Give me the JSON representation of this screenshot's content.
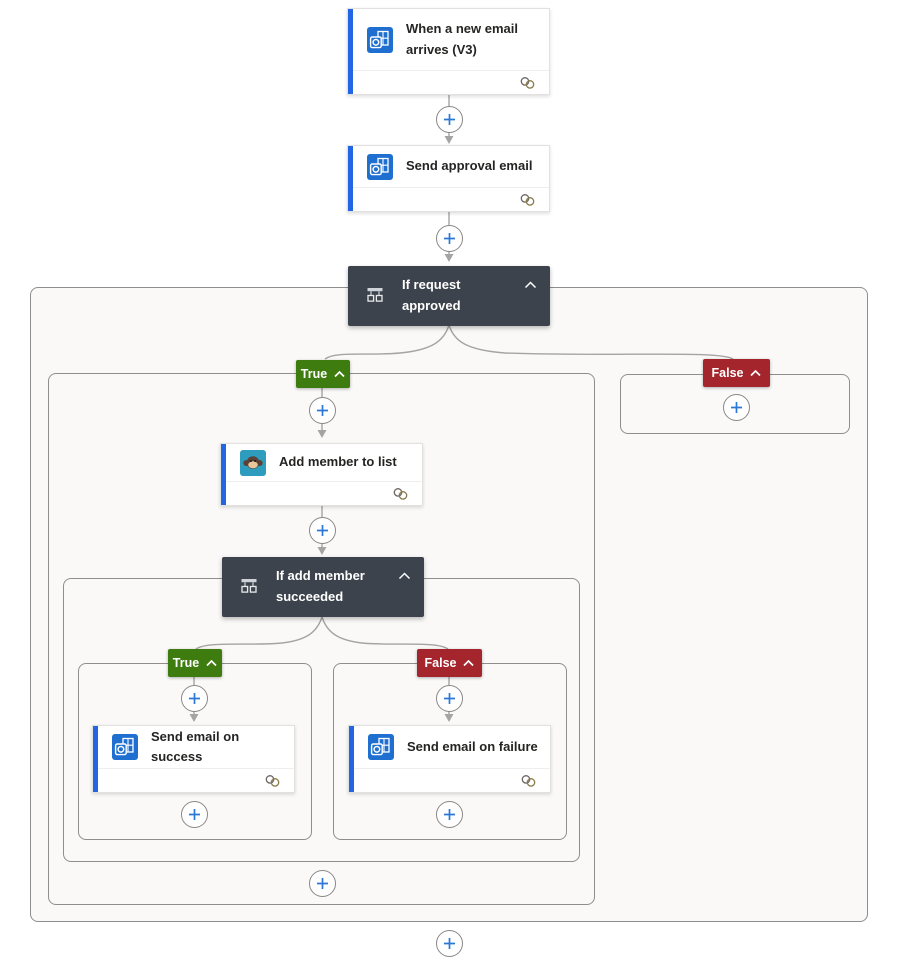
{
  "trigger": {
    "title": "When a new email arrives (V3)"
  },
  "actions": {
    "send_approval": {
      "title": "Send approval email"
    },
    "add_member": {
      "title": "Add member to list"
    },
    "send_success": {
      "title": "Send email on success"
    },
    "send_failure": {
      "title": "Send email on failure"
    }
  },
  "conditions": {
    "request_approved": {
      "title": "If request approved"
    },
    "add_member_succeeded": {
      "title": "If add member succeeded"
    }
  },
  "branch_labels": {
    "true": "True",
    "false": "False"
  },
  "icons": {
    "trigger_and_email_actions": "outlook-icon",
    "add_member_action": "mailchimp-icon",
    "condition_cards": "condition-branch-icon",
    "collapse": "chevron-up-icon",
    "add_step": "plus-icon",
    "card_footer": "connection-icon"
  },
  "colors": {
    "card_accent": "#2266e3",
    "outlook_icon_bg": "#1e6fd0",
    "mailchimp_icon_bg": "#2e9dbd",
    "condition_card_bg": "#3d434c",
    "true_badge_bg": "#3e7c0f",
    "false_badge_bg": "#a4262c",
    "plus_sign": "#2b79d7",
    "connector_line": "#a6a4a2",
    "scope_container_bg": "#faf9f8",
    "scope_container_border": "#908e8c"
  }
}
